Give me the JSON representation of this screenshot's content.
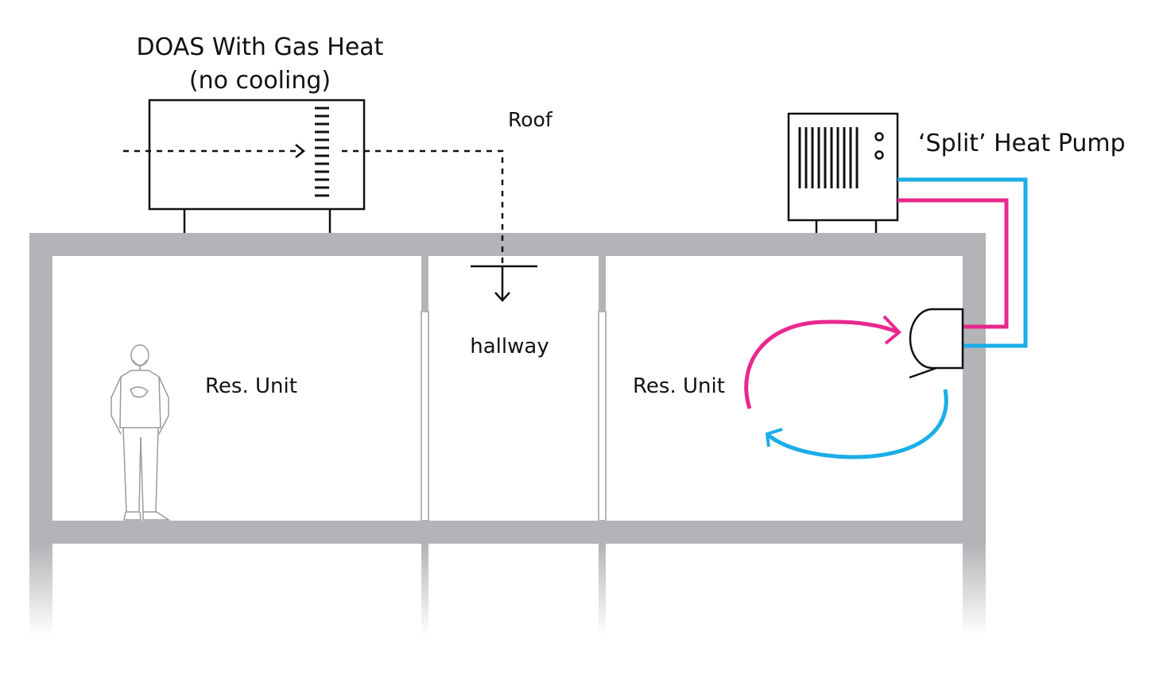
{
  "labels": {
    "doas_line1": "DOAS With Gas Heat",
    "doas_line2": "(no cooling)",
    "roof": "Roof",
    "split_heat_pump": "‘Split’ Heat Pump",
    "hallway": "hallway",
    "res_unit_left": "Res. Unit",
    "res_unit_right": "Res. Unit"
  },
  "colors": {
    "structure": "#b3b4b7",
    "linework": "#111111",
    "hot_refrigerant": "#e8288e",
    "cold_refrigerant": "#19aee6",
    "person": "#9a9a9a"
  },
  "icons": {
    "doas_unit": "rooftop-doas-unit",
    "outdoor_unit": "heat-pump-outdoor-unit",
    "indoor_head": "ductless-wall-head",
    "occupant": "person-figure"
  }
}
